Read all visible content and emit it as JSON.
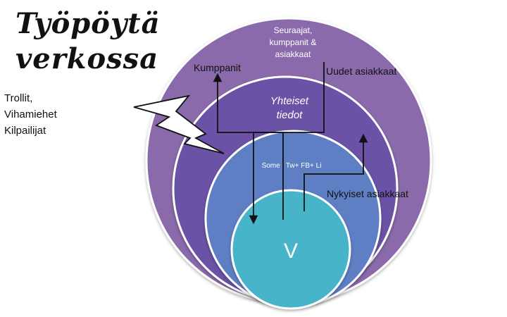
{
  "title": {
    "line1": "Työpöytä",
    "line2": "verkossa"
  },
  "rings": {
    "outer": {
      "label_lines": [
        "Seuraajat,",
        "kumppanit &",
        "asiakkaat"
      ],
      "color": "#8a6aab"
    },
    "ring2": {
      "label_lines": [
        "Yhteiset",
        "tiedot"
      ],
      "color": "#6a52a6"
    },
    "ring3": {
      "label": "Some : Tw+ FB+ Li",
      "color": "#5f7fc4"
    },
    "center": {
      "label": "V",
      "color": "#47b4c9"
    }
  },
  "labels": {
    "kumppanit": "Kumppanit",
    "uudet": "Uudet asiakkaat",
    "nykyiset": "Nykyiset asiakkaat",
    "threats": [
      "Trollit,",
      "Vihamiehet",
      "Kilpailijat"
    ]
  },
  "icons": {
    "lightning": "lightning-bolt-icon"
  }
}
